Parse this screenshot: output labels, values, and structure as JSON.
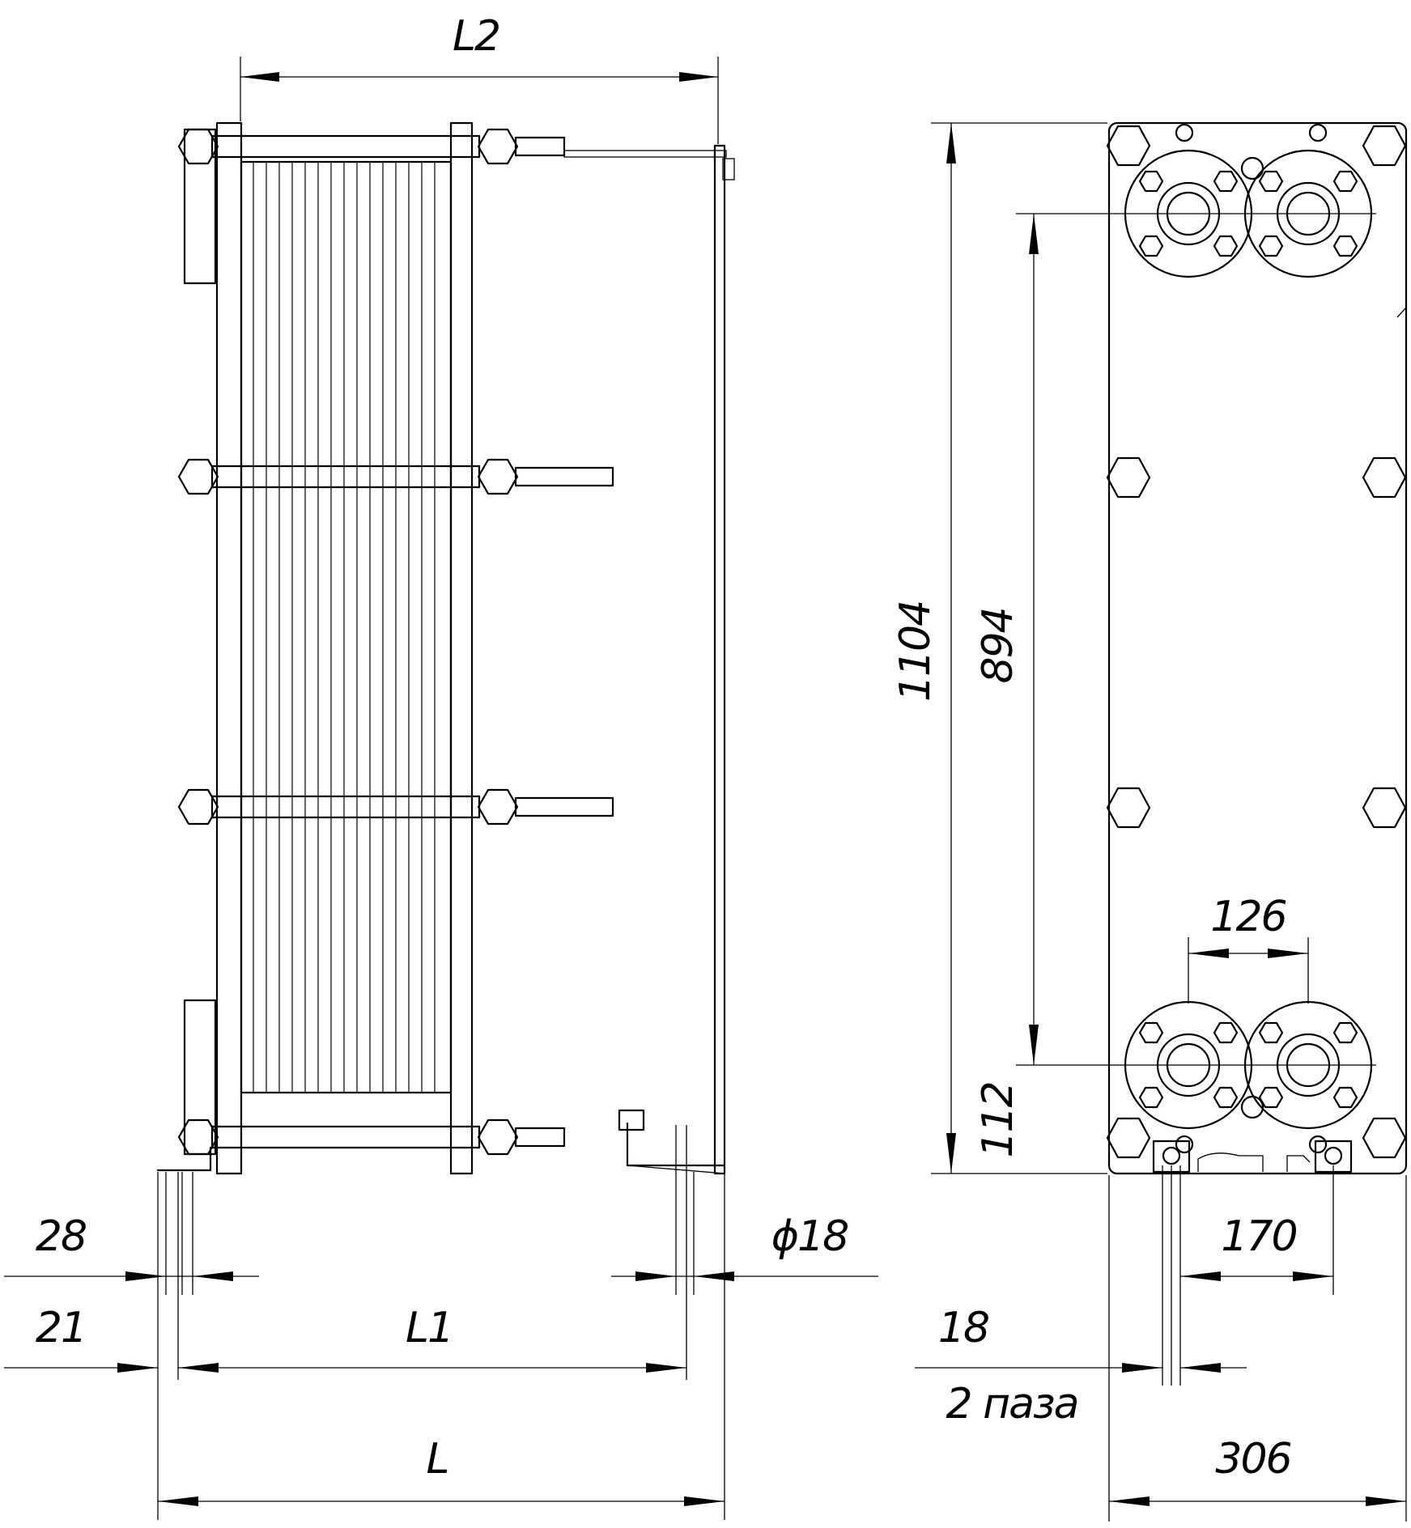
{
  "side_view": {
    "dims": {
      "L2": "L2",
      "L1": "L1",
      "L": "L",
      "d28": "28",
      "d21": "21",
      "phi18": "ϕ18"
    }
  },
  "front_view": {
    "dims": {
      "d1104": "1104",
      "d894": "894",
      "d112": "112",
      "d126": "126",
      "d170": "170",
      "d18": "18",
      "slots": "2 паза",
      "d306": "306"
    }
  }
}
